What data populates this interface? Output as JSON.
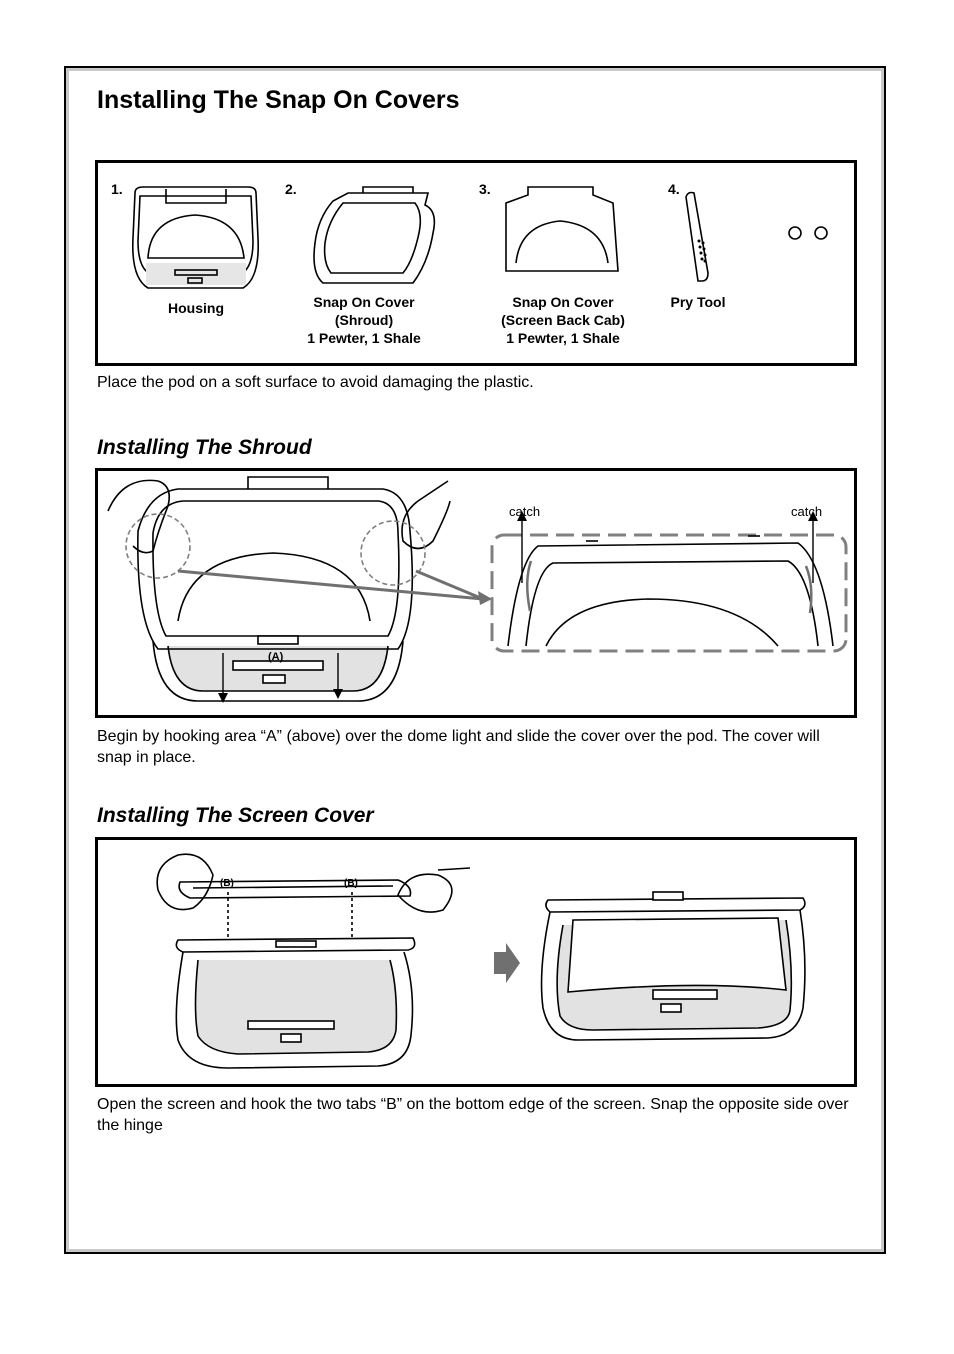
{
  "title": "Installing The Snap On Covers",
  "parts": [
    {
      "number": "1.",
      "lines": [
        "Housing"
      ]
    },
    {
      "number": "2.",
      "lines": [
        "Snap On Cover",
        "(Shroud)",
        "1 Pewter, 1 Shale"
      ]
    },
    {
      "number": "3.",
      "lines": [
        "Snap On Cover",
        "(Screen Back Cab)",
        "1 Pewter, 1 Shale"
      ]
    },
    {
      "number": "4.",
      "lines": [
        "Pry Tool"
      ]
    }
  ],
  "intro_text": "Place the pod on a soft surface to avoid damaging the plastic.",
  "shroud": {
    "heading": "Installing The Shroud",
    "label_a": "(A)",
    "catch_label": "catch",
    "text": "Begin by hooking area “A” (above) over the dome light and slide the cover over the pod. The cover will snap in place."
  },
  "screen_cover": {
    "heading": "Installing The Screen Cover",
    "label_b": "(B)",
    "text": "Open the screen and hook the two tabs “B” on the bottom edge of the screen. Snap the opposite side over the hinge"
  },
  "colors": {
    "ink": "#000000",
    "frame_shade": "#c8c8c8",
    "arrow": "#707070",
    "dash": "#808080",
    "texture": "#d6d6d6"
  }
}
